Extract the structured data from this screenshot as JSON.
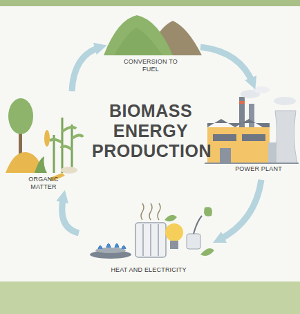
{
  "diagram": {
    "title": "BIOMASS ENERGY PRODUCTION",
    "nodes": [
      {
        "text": [
          "CONVERSION TO FUEL"
        ]
      },
      {
        "text": [
          "ORGANIC MATTER"
        ]
      },
      {
        "text": [
          "POWER PLANT"
        ]
      },
      {
        "text": [
          "HEAT AND ELECTRICITY"
        ]
      }
    ],
    "edges": [
      {
        "from": 1,
        "to": 0,
        "arrow": "to"
      },
      {
        "from": 0,
        "to": 2,
        "arrow": "to"
      },
      {
        "from": 2,
        "to": 3,
        "arrow": "to"
      },
      {
        "from": 3,
        "to": 1,
        "arrow": "to"
      }
    ]
  }
}
